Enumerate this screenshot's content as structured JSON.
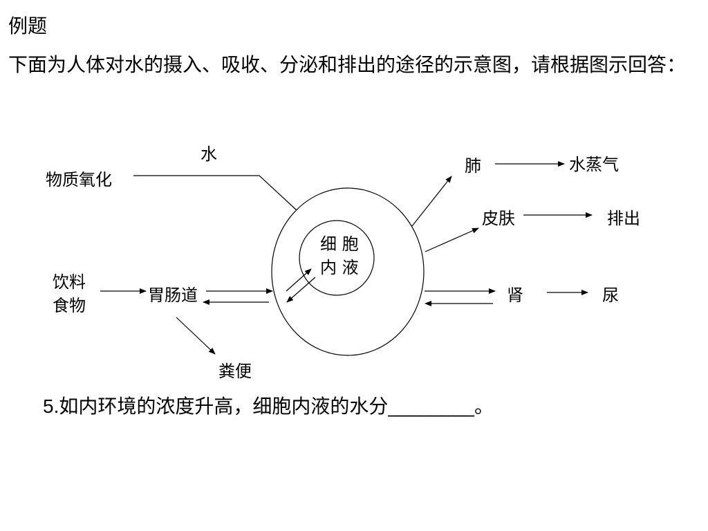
{
  "heading": "例题",
  "intro": "下面为人体对水的摄入、吸收、分泌和排出的途径的示意图，请根据图示回答：",
  "diagram": {
    "labels": {
      "water": "水",
      "oxidation": "物质氧化",
      "drink": "饮料",
      "food": "食物",
      "gut": "胃肠道",
      "feces": "粪便",
      "cell_fluid_1": "细 胞",
      "cell_fluid_2": "内 液",
      "lung": "肺",
      "vapor": "水蒸气",
      "skin": "皮肤",
      "excrete": "排出",
      "kidney": "肾",
      "urine": "尿"
    }
  },
  "question": {
    "number": "5.",
    "text": "如内环境的浓度升高，细胞内液的水分",
    "blank": "________",
    "end": "。"
  }
}
